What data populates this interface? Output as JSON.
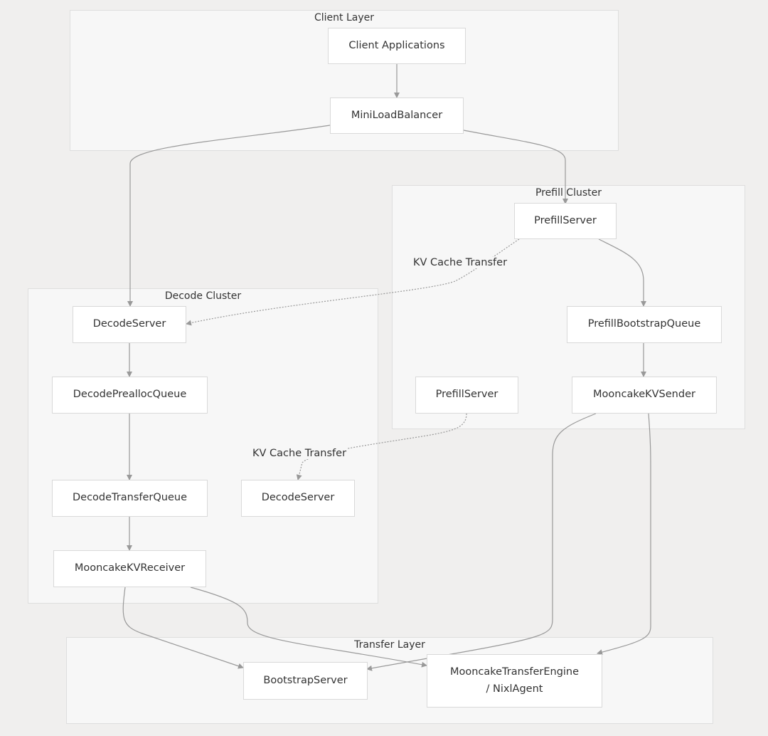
{
  "clusters": {
    "client": "Client Layer",
    "prefill": "Prefill Cluster",
    "decode": "Decode Cluster",
    "transfer": "Transfer Layer"
  },
  "nodes": {
    "client_apps": "Client Applications",
    "mini_lb": "MiniLoadBalancer",
    "prefill_server_1": "PrefillServer",
    "prefill_bootstrap_queue": "PrefillBootstrapQueue",
    "prefill_server_2": "PrefillServer",
    "mooncake_kv_sender": "MooncakeKVSender",
    "decode_server_1": "DecodeServer",
    "decode_prealloc_queue": "DecodePreallocQueue",
    "decode_transfer_queue": "DecodeTransferQueue",
    "decode_server_2": "DecodeServer",
    "mooncake_kv_receiver": "MooncakeKVReceiver",
    "bootstrap_server": "BootstrapServer",
    "transfer_engine_line1": "MooncakeTransferEngine",
    "transfer_engine_line2": "/ NixlAgent"
  },
  "edge_labels": {
    "kv_transfer_1": "KV Cache Transfer",
    "kv_transfer_2": "KV Cache Transfer"
  },
  "colors": {
    "background": "#f0efee",
    "cluster_fill": "#f7f7f7",
    "node_fill": "#ffffff",
    "edge": "#999999"
  }
}
